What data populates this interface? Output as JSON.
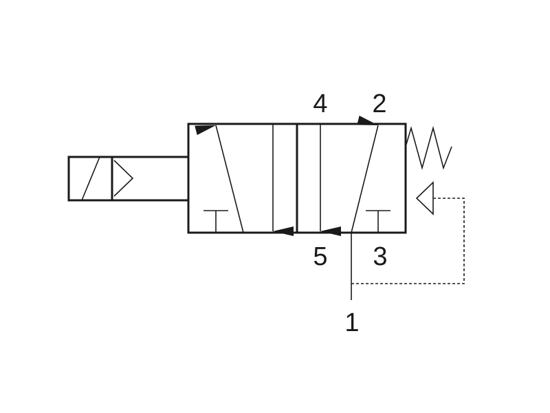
{
  "diagram": {
    "ports": {
      "port_4": "4",
      "port_2": "2",
      "port_5": "5",
      "port_3": "3",
      "port_1": "1"
    },
    "colors": {
      "stroke": "#1a1a1a",
      "background": "#ffffff"
    }
  }
}
